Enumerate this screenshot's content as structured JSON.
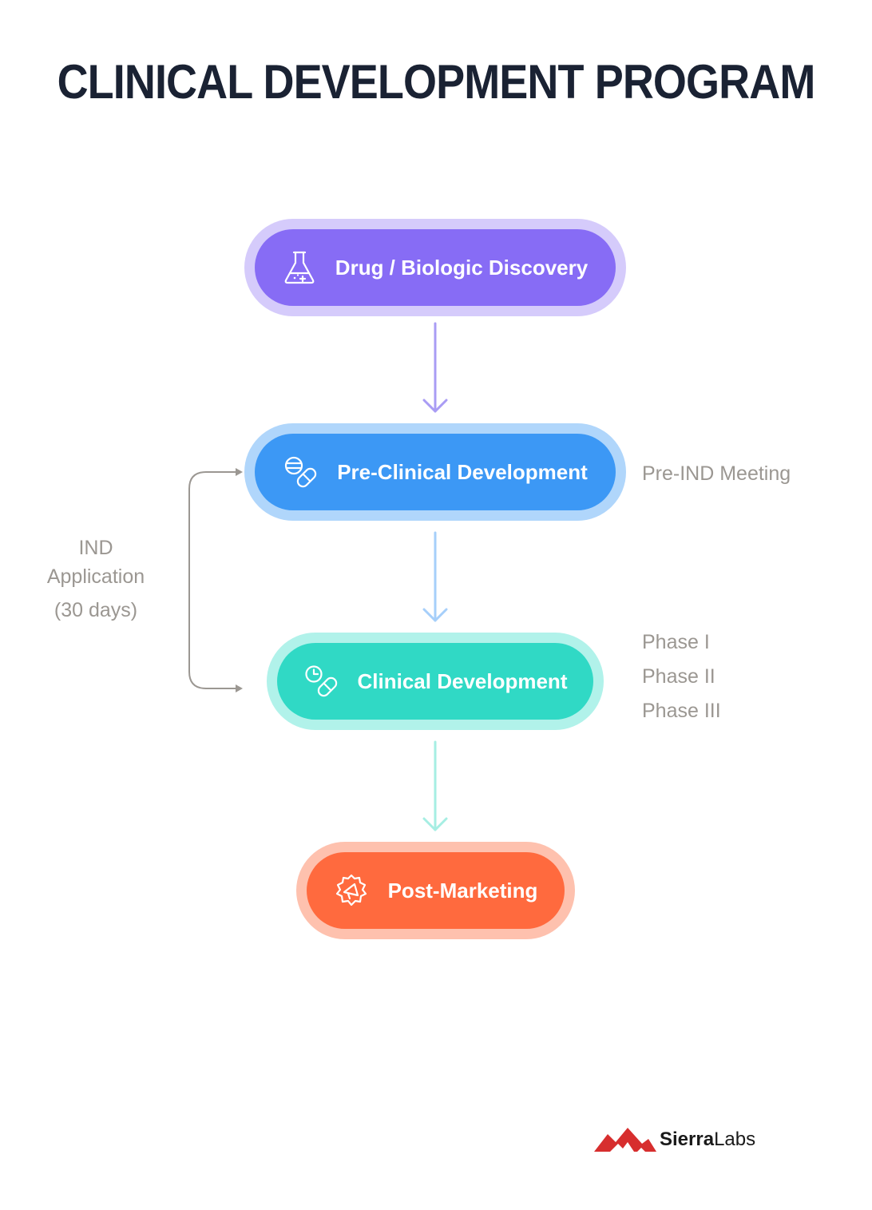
{
  "title": "CLINICAL DEVELOPMENT PROGRAM",
  "stages": [
    {
      "label": "Drug / Biologic Discovery",
      "icon": "flask-icon",
      "color": "#876cf5",
      "ring_color": "#d5cbfb"
    },
    {
      "label": "Pre-Clinical Development",
      "icon": "pills-icon",
      "color": "#3c98f5",
      "ring_color": "#b0d6fb"
    },
    {
      "label": "Clinical Development",
      "icon": "clock-pill-icon",
      "color": "#30d9c5",
      "ring_color": "#b1f2ea"
    },
    {
      "label": "Post-Marketing",
      "icon": "megaphone-icon",
      "color": "#ff6a3e",
      "ring_color": "#fec1ae"
    }
  ],
  "annotations": {
    "pre_ind_meeting": "Pre-IND Meeting",
    "ind_application": [
      "IND",
      "Application",
      "(30 days)"
    ],
    "phases": [
      "Phase I",
      "Phase II",
      "Phase III"
    ]
  },
  "logo": {
    "name_bold": "Sierra",
    "name_light": "Labs",
    "color": "#d72e2e"
  }
}
